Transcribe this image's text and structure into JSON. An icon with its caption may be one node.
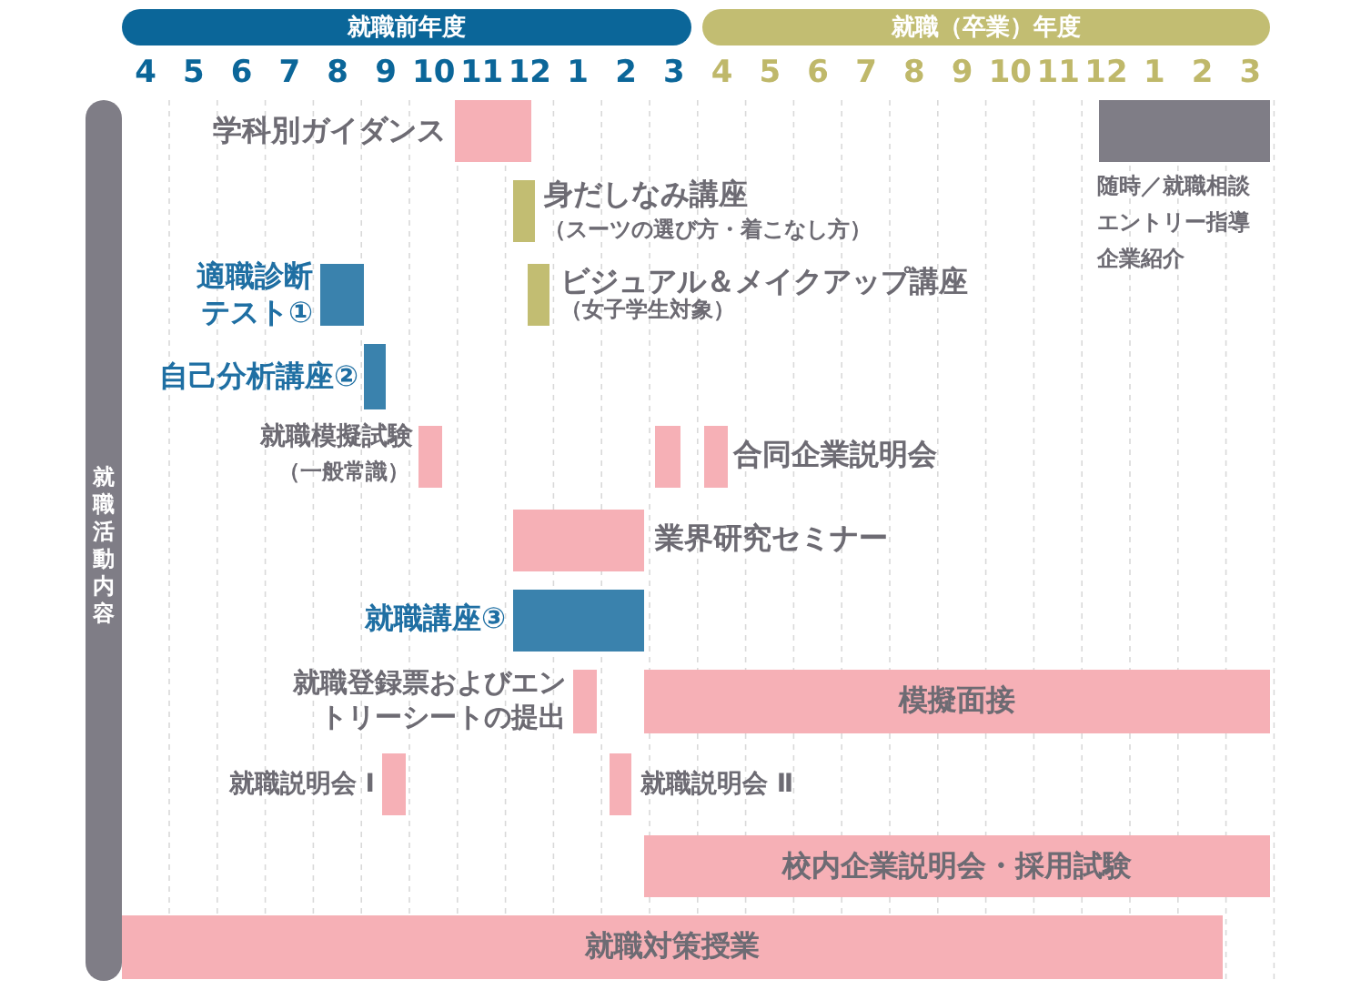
{
  "diagram": {
    "nodes": [
      {
        "text": [
          "就職前年度"
        ]
      },
      {
        "text": [
          "就職（卒業）年度"
        ]
      },
      {
        "text": [
          "就職活動内容"
        ]
      },
      {
        "text": [],
        "shape": "bar",
        "beside": [
          "学科別ガイダンス"
        ]
      },
      {
        "text": [],
        "shape": "bar",
        "beside": [
          "随時／就職相談",
          "エントリー指導",
          "企業紹介"
        ]
      },
      {
        "text": [],
        "shape": "bar",
        "beside": [
          "身だしなみ講座",
          "（スーツの選び方・着こなし方）"
        ]
      },
      {
        "text": [],
        "shape": "bar",
        "beside": [
          "適職診断テスト①"
        ]
      },
      {
        "text": [],
        "shape": "bar",
        "beside": [
          "ビジュアル＆メイクアップ講座",
          "（女子学生対象）"
        ]
      },
      {
        "text": [],
        "shape": "bar",
        "beside": [
          "自己分析講座②"
        ]
      },
      {
        "text": [],
        "shape": "bar",
        "beside": [
          "就職模擬試験",
          "（一般常識）"
        ]
      },
      {
        "text": [],
        "shape": "bar"
      },
      {
        "text": [],
        "shape": "bar",
        "beside": [
          "合同企業説明会"
        ]
      },
      {
        "text": [],
        "shape": "bar",
        "beside": [
          "業界研究セミナー"
        ]
      },
      {
        "text": [],
        "shape": "bar",
        "beside": [
          "就職講座③"
        ]
      },
      {
        "text": [],
        "shape": "bar",
        "beside": [
          "就職登録票およびエントリーシートの提出"
        ]
      },
      {
        "text": [
          "模擬面接"
        ]
      },
      {
        "text": [],
        "shape": "bar",
        "beside": [
          "就職説明会 Ⅰ"
        ]
      },
      {
        "text": [],
        "shape": "bar",
        "beside": [
          "就職説明会 Ⅱ"
        ]
      },
      {
        "text": [
          "校内企業説明会・採用試験"
        ]
      },
      {
        "text": [
          "就職対策授業"
        ]
      }
    ],
    "labels": [
      "4",
      "5",
      "6",
      "7",
      "8",
      "9",
      "10",
      "11",
      "12",
      "1",
      "2",
      "3",
      "4",
      "5",
      "6",
      "7",
      "8",
      "9",
      "10",
      "11",
      "12",
      "1",
      "2",
      "3"
    ]
  }
}
